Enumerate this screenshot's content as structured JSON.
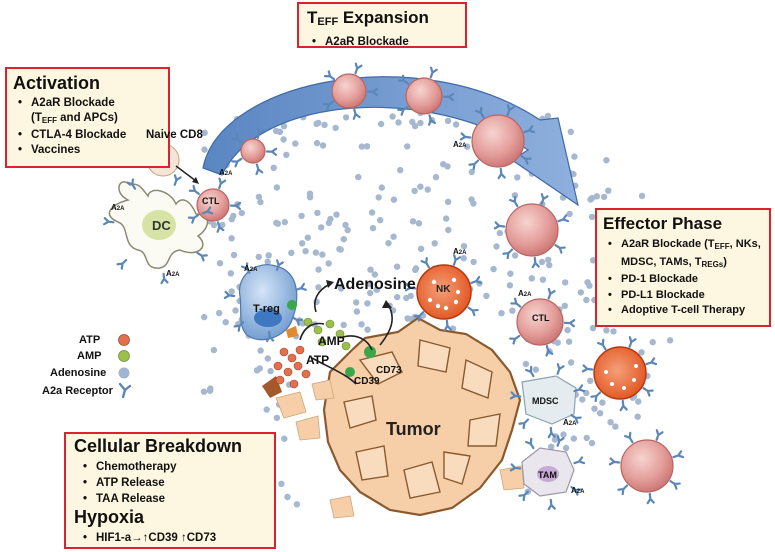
{
  "activation": {
    "title": "Activation",
    "items": [
      "A2aR Blockade",
      "(T",
      "EFF",
      " and APCs)",
      "CTLA-4 Blockade",
      "Vaccines"
    ]
  },
  "expansion": {
    "title_main": "T",
    "title_sub": "EFF",
    "title_rest": " Expansion",
    "items": [
      "A2aR Blockade"
    ]
  },
  "effector": {
    "title": "Effector Phase",
    "line1a": "A2aR Blockade (T",
    "line1b": "EFF",
    "line1c": ", NKs,",
    "line2a": "MDSC, TAMs, T",
    "line2b": "REGs",
    "line2c": ")",
    "items": [
      "PD-1 Blockade",
      "PD-L1 Blockade",
      "Adoptive T-cell Therapy"
    ]
  },
  "breakdown": {
    "title": "Cellular Breakdown",
    "items": [
      "Chemotherapy",
      "ATP Release",
      "TAA Release"
    ],
    "hypoxia_title": "Hypoxia",
    "hypoxia_item": "HIF1-a→↑CD39 ↑CD73"
  },
  "labels": {
    "naive_cd8": "Naive CD8",
    "dc": "DC",
    "ctl": "CTL",
    "treg": "T-reg",
    "adenosine": "Adenosine",
    "amp": "AMP",
    "atp": "ATP",
    "cd39": "CD39",
    "cd73": "CD73",
    "nk": "NK",
    "mdsc": "MDSC",
    "tam": "TAM",
    "tumor": "Tumor",
    "a2a_main": "A",
    "a2a_sub": "2A"
  },
  "legend": [
    {
      "label": "ATP",
      "color": "#e0704f"
    },
    {
      "label": "AMP",
      "color": "#9cbf4e"
    },
    {
      "label": "Adenosine",
      "color": "#9fb5cf"
    },
    {
      "label": "A2a Receptor",
      "color": "#5a86b8"
    }
  ],
  "colors": {
    "box_border": "#d9232e",
    "box_bg": "#fdf6e0",
    "ctl_fill": "#e09a9a",
    "nk_fill": "#e8642f",
    "treg_fill": "#7fa9d9",
    "tumor_fill": "#f6cfa9",
    "tumor_stroke": "#8a5a2e",
    "arrow_fill": "#6f95cc"
  }
}
